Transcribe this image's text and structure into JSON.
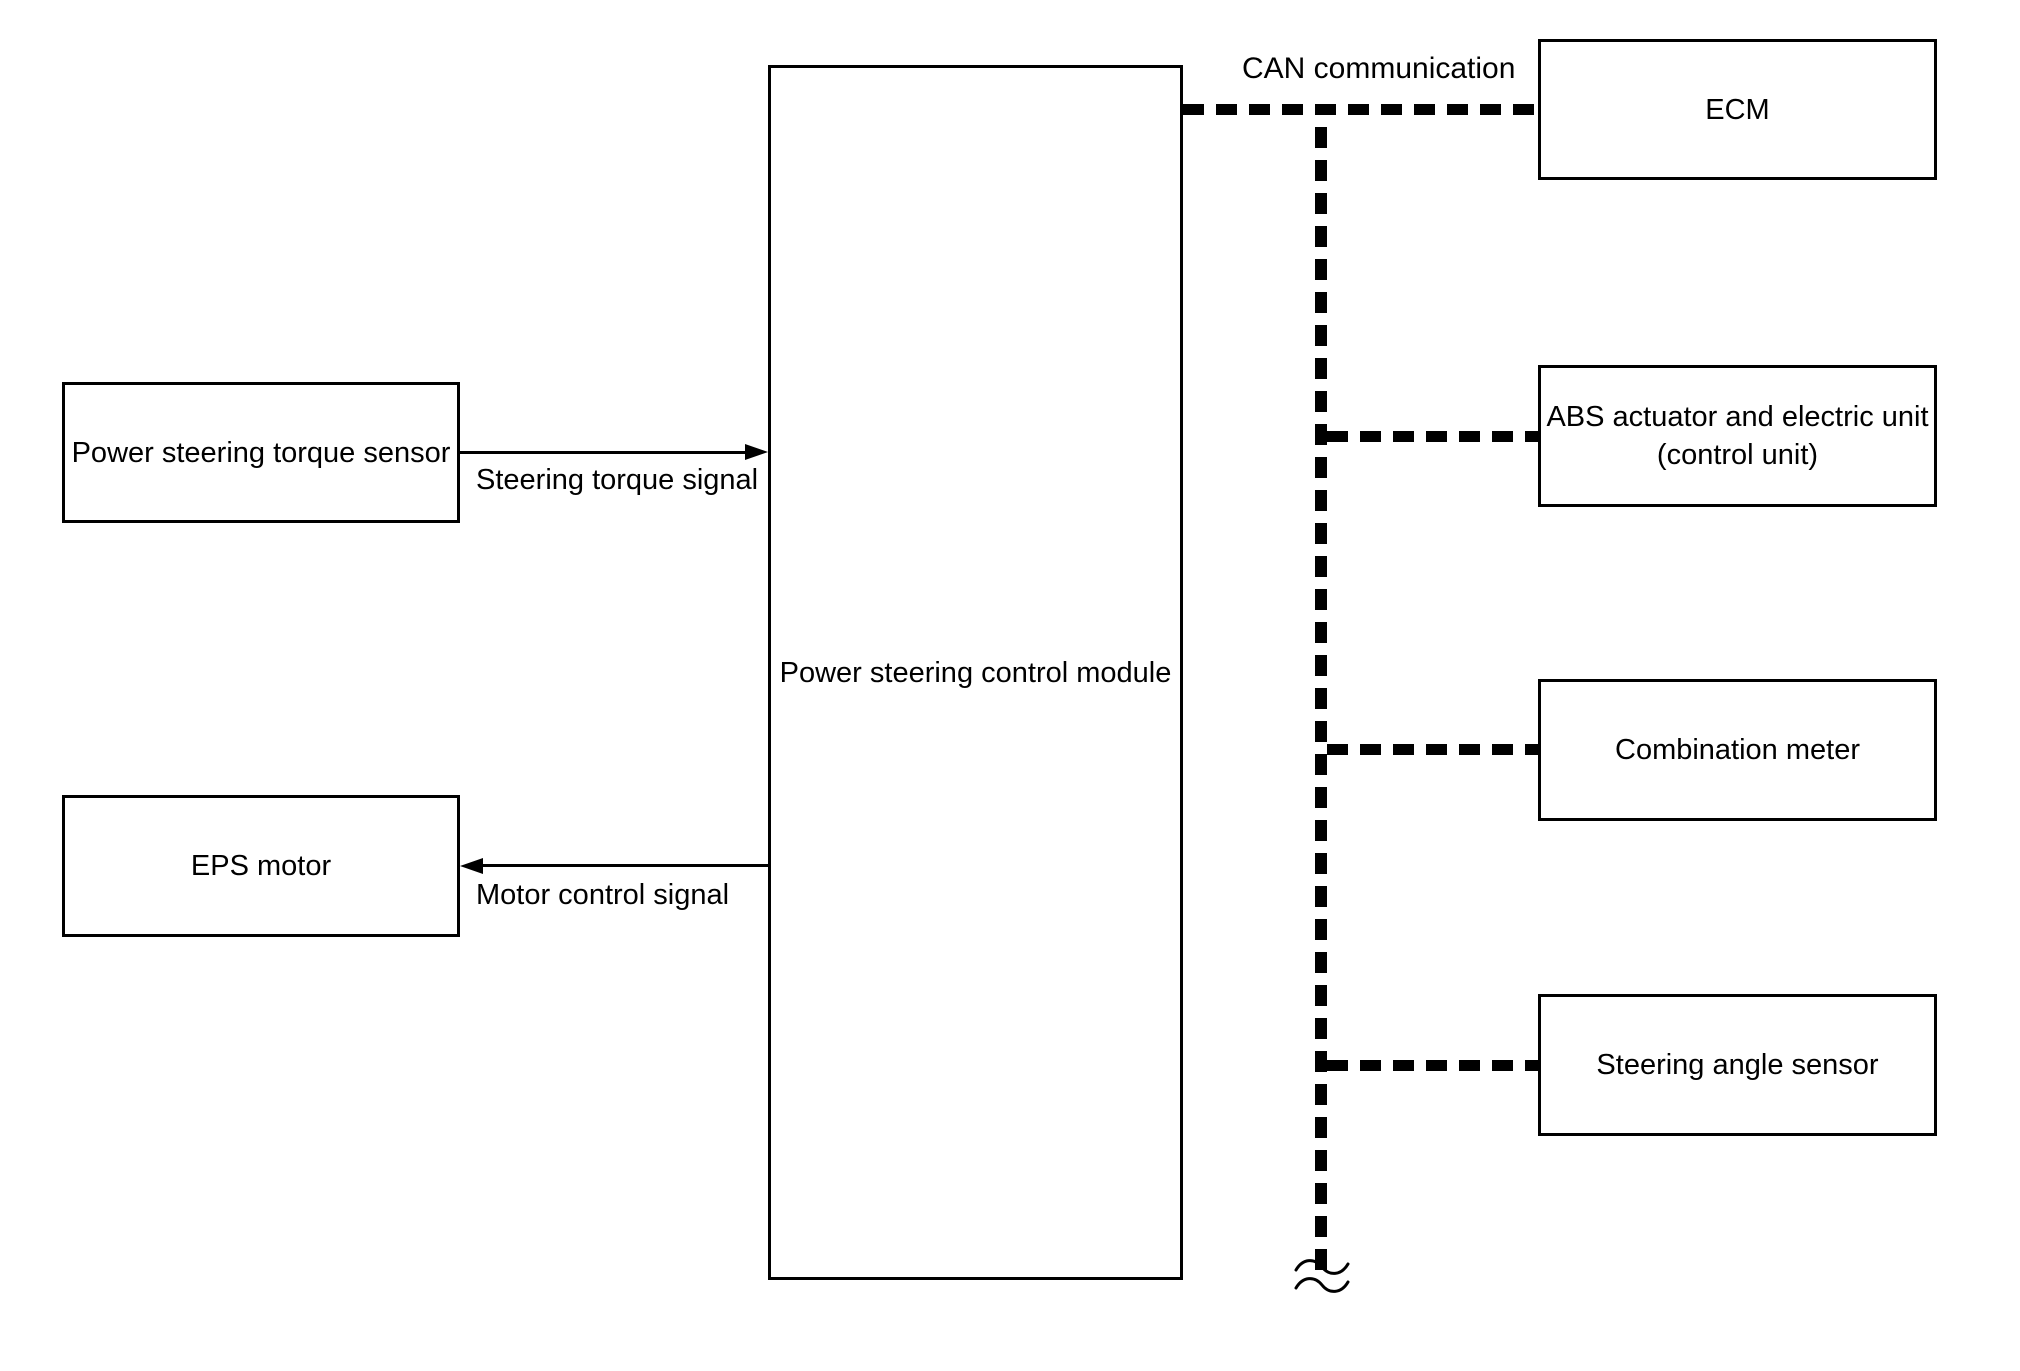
{
  "diagram": {
    "colors": {
      "line": "#000000",
      "background": "#ffffff"
    },
    "boxes": {
      "torque_sensor": "Power steering torque sensor",
      "eps_motor": "EPS motor",
      "control_module": "Power steering control module",
      "ecm": "ECM",
      "abs_line1": "ABS actuator and electric unit",
      "abs_line2": "(control unit)",
      "combination_meter": "Combination meter",
      "steering_angle_sensor": "Steering angle sensor"
    },
    "labels": {
      "can": "CAN communication",
      "steering_torque_signal": "Steering torque signal",
      "motor_control_signal": "Motor control signal"
    }
  }
}
